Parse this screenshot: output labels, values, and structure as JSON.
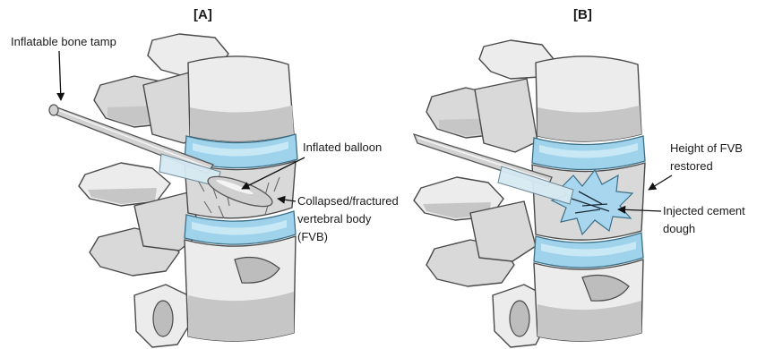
{
  "figure": {
    "panel_a": {
      "label": "[A]",
      "annotations": {
        "tamp": "Inflatable bone tamp",
        "balloon": "Inflated balloon",
        "fvb_line1": "Collapsed/fractured",
        "fvb_line2": "vertebral body",
        "fvb_line3": "(FVB)"
      }
    },
    "panel_b": {
      "label": "[B]",
      "annotations": {
        "height_line1": "Height of FVB",
        "height_line2": "restored",
        "cement_line1": "Injected cement",
        "cement_line2": "dough"
      }
    },
    "colors": {
      "bone": "#d9d9d9",
      "disc": "#9fd3ec",
      "cement": "#a9d6ef",
      "outline": "#4a4a4a"
    }
  }
}
